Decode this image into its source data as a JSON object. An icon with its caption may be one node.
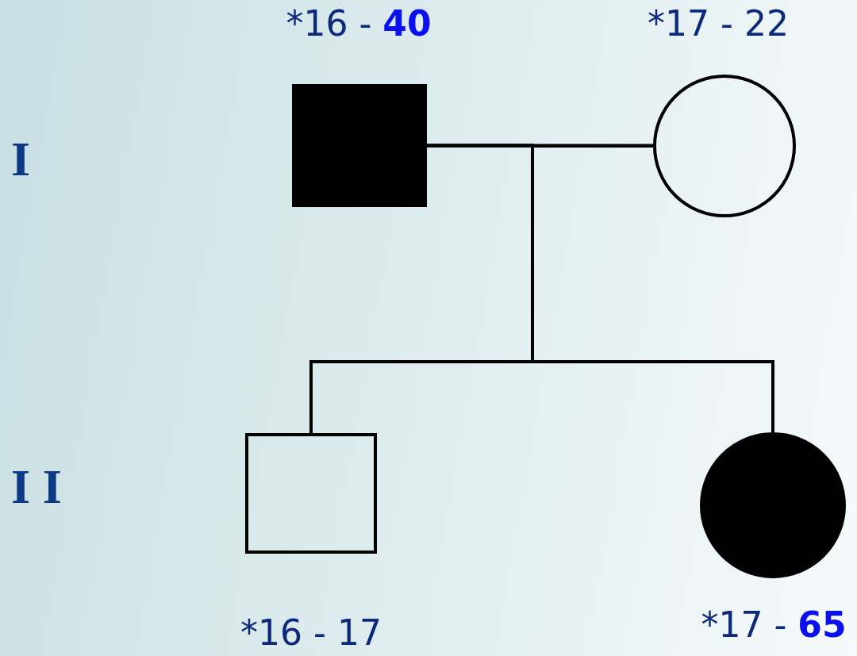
{
  "diagram": {
    "nodes": [
      {
        "text": [],
        "shape": "box",
        "beside": [
          "*16 - **40**"
        ]
      },
      {
        "text": [],
        "shape": "circle",
        "beside": [
          "*17 - 22"
        ]
      },
      {
        "text": [],
        "shape": "box",
        "beside": [
          "*16 - 17"
        ]
      },
      {
        "text": [],
        "shape": "circle",
        "beside": [
          "*17 - **65**"
        ]
      }
    ],
    "edges": [
      {
        "from": 0,
        "to": 1,
        "arrow": "none"
      },
      {
        "from": 0,
        "to": 2,
        "arrow": "none"
      },
      {
        "from": 1,
        "to": 2,
        "arrow": "none"
      },
      {
        "from": 0,
        "to": 3,
        "arrow": "none"
      },
      {
        "from": 1,
        "to": 3,
        "arrow": "none"
      }
    ],
    "labels": [
      "I",
      "I I"
    ]
  }
}
